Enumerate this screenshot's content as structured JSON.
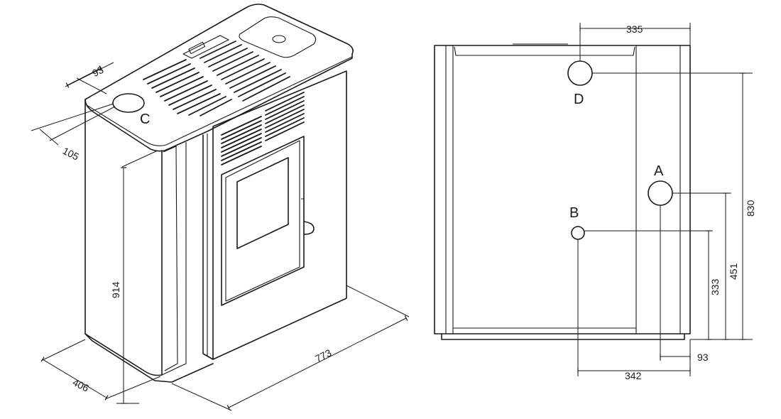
{
  "iso_view": {
    "dims": {
      "d93": "93",
      "d105": "105",
      "d914": "914",
      "d406": "406",
      "d773": "773"
    },
    "labels": {
      "c": "C"
    }
  },
  "rear_view": {
    "dims": {
      "d335": "335",
      "d830": "830",
      "d451": "451",
      "d333": "333",
      "d93": "93",
      "d342": "342"
    },
    "labels": {
      "a": "A",
      "b": "B",
      "d": "D"
    }
  }
}
